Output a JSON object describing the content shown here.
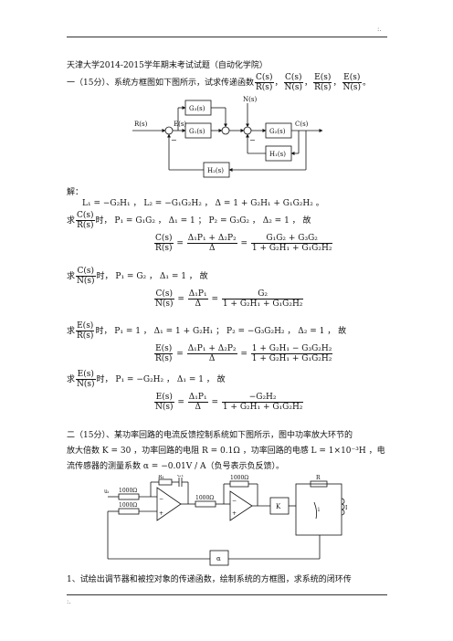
{
  "header": {
    "mark": ":."
  },
  "footer": {
    "mark": ":."
  },
  "doc_title": "天津大学2014-2015学年期末考试试题（自动化学院）",
  "q1": {
    "intro": "一（15分）、系统方框图如下图所示，试求传递函数",
    "tf1_num": "C(s)",
    "tf1_den": "R(s)",
    "tf2_num": "C(s)",
    "tf2_den": "N(s)",
    "tf3_num": "E(s)",
    "tf3_den": "R(s)",
    "tf4_num": "E(s)",
    "tf4_den": "N(s)",
    "sep": "，",
    "end": "。",
    "diagram": {
      "R": "R(s)",
      "E": "E(s)",
      "N": "N(s)",
      "C": "C(s)",
      "G1": "G₁(s)",
      "G2": "G₂(s)",
      "G3": "G₃(s)",
      "H1": "H₁(s)",
      "H2": "H₂(s)",
      "minus": "−"
    },
    "solution": {
      "label": "解：",
      "loops": "L₁ = −G₂H₁ ， L₂ = −G₁G₂H₂ ， Δ = 1 + G₂H₁ + G₁G₂H₂ 。",
      "s1_pre": "求",
      "s1_num": "C(s)",
      "s1_den": "R(s)",
      "s1_post": "时， P₁ = G₁G₂ ， Δ₁ = 1 ； P₂ = G₃G₂ ， Δ₂ = 1 ， 故",
      "s1_lhs_num": "C(s)",
      "s1_lhs_den": "R(s)",
      "s1_mid_num": "Δ₁P₁ + Δ₂P₂",
      "s1_mid_den": "Δ",
      "s1_rhs_num": "G₁G₂ + G₃G₂",
      "s1_rhs_den": "1 + G₂H₁ + G₁G₂H₂",
      "s2_pre": "求",
      "s2_num": "C(s)",
      "s2_den": "N(s)",
      "s2_post": "时， P₁ = G₂ ， Δ₁ = 1 ， 故",
      "s2_lhs_num": "C(s)",
      "s2_lhs_den": "N(s)",
      "s2_mid_num": "Δ₁P₁",
      "s2_mid_den": "Δ",
      "s2_rhs_num": "G₂",
      "s2_rhs_den": "1 + G₂H₁ + G₁G₂H₂",
      "s3_pre": "求",
      "s3_num": "E(s)",
      "s3_den": "R(s)",
      "s3_post": "时， P₁ = 1 ， Δ₁ = 1 + G₂H₁ ； P₂ = −G₃G₂H₂ ， Δ₂ = 1 ， 故",
      "s3_lhs_num": "E(s)",
      "s3_lhs_den": "R(s)",
      "s3_mid_num": "Δ₁P₁ + Δ₂P₂",
      "s3_mid_den": "Δ",
      "s3_rhs_num": "1 + G₂H₁ − G₃G₂H₂",
      "s3_rhs_den": "1 + G₂H₁ + G₁G₂H₂",
      "s4_pre": "求",
      "s4_num": "E(s)",
      "s4_den": "N(s)",
      "s4_post": "时， P₁ = −G₂H₂ ， Δ₁ = 1 ， 故",
      "s4_lhs_num": "E(s)",
      "s4_lhs_den": "N(s)",
      "s4_mid_num": "Δ₁P₁",
      "s4_mid_den": "Δ",
      "s4_rhs_num": "−G₂H₂",
      "s4_rhs_den": "1 + G₂H₁ + G₁G₂H₂"
    }
  },
  "q2": {
    "line1": "二（15分）、某功率回路的电流反馈控制系统如下图所示，图中功率放大环节的",
    "line2": "放大倍数 K = 30 ，功率回路的电阻 R = 0.1Ω ，功率回路的电感 L = 1×10⁻³H ，电",
    "line3": "流传感器的测量系数 α = −0.01V / A（负号表示负反馈）。",
    "circuit": {
      "ui": "uᵢ",
      "r_in1": "1000Ω",
      "r_in2": "1000Ω",
      "r1": "R₁",
      "c1": "C₁",
      "r_mid": "1000Ω",
      "r_fb2": "1000Ω",
      "k": "K",
      "r": "R",
      "l": "L",
      "i": "i",
      "alpha": "α",
      "minus": "−",
      "plus": "+"
    },
    "sub1": "1、试绘出调节器和被控对象的传递函数，绘制系统的方框图，求系统的闭环传"
  }
}
